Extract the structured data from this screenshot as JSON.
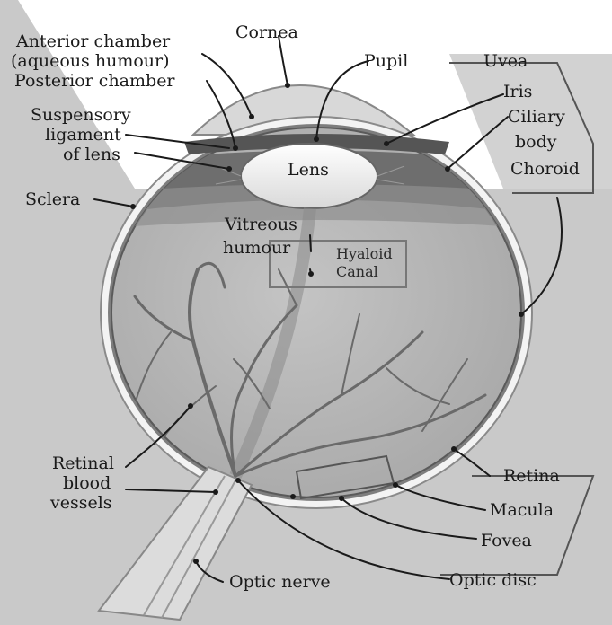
{
  "labels": {
    "anterior_chamber_1": "Anterior chamber",
    "anterior_chamber_2": "(aqueous humour)",
    "posterior_chamber": "Posterior chamber",
    "cornea": "Cornea",
    "pupil": "Pupil",
    "uvea": "Uvea",
    "iris": "Iris",
    "ciliary_1": "Ciliary",
    "ciliary_2": "body",
    "choroid": "Choroid",
    "suspensory_1": "Suspensory",
    "suspensory_2": "ligament",
    "suspensory_3": "of lens",
    "lens": "Lens",
    "sclera": "Sclera",
    "vitreous_1": "Vitreous",
    "vitreous_2": "humour",
    "hyaloid_1": "Hyaloid",
    "hyaloid_2": "Canal",
    "retinal_1": "Retinal",
    "retinal_2": "blood",
    "retinal_3": "vessels",
    "retina": "Retina",
    "macula": "Macula",
    "fovea": "Fovea",
    "optic_disc": "Optic disc",
    "optic_nerve": "Optic nerve"
  },
  "colors": {
    "background_panel": "#c9c9c9",
    "sclera": "#f4f4f4",
    "choroid_band": "#7a7a7a",
    "vitreous": "#b5b5b5",
    "lens": "#f2f2f2",
    "ink": "#1a1a1a"
  }
}
